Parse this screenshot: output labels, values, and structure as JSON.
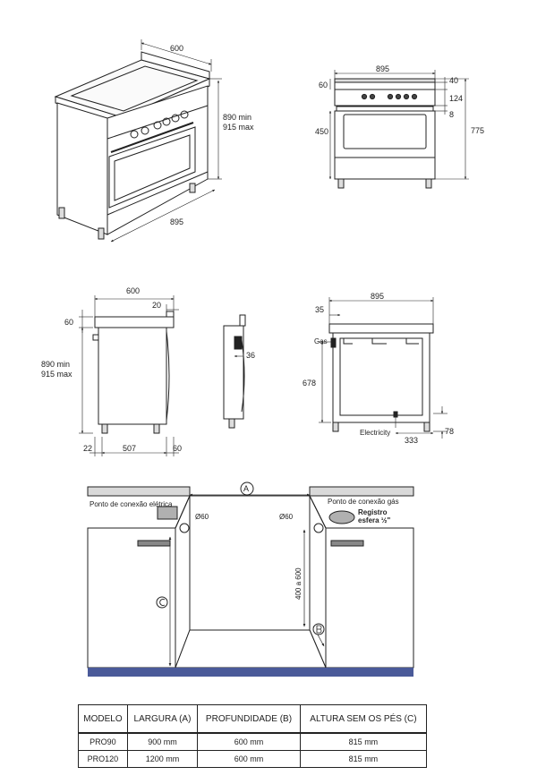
{
  "views": {
    "iso": {
      "width": "600",
      "depth": "895",
      "height_min": "890 min",
      "height_max": "915 max"
    },
    "front": {
      "width": "895",
      "top": "60",
      "right_a": "40",
      "right_b": "124",
      "right_c": "8",
      "oven": "450",
      "total": "775"
    },
    "side": {
      "depth": "600",
      "back": "20",
      "top": "60",
      "height_min": "890 min",
      "height_max": "915 max",
      "foot_front": "22",
      "body": "507",
      "foot_back": "60"
    },
    "thin": {
      "dim": "36"
    },
    "rear": {
      "width": "895",
      "left": "35",
      "gas_label": "Gas",
      "height": "678",
      "electricity_label": "Electricity",
      "elec_offset": "333",
      "elec_height": "78"
    }
  },
  "install": {
    "a_label": "A",
    "elec_point": "Ponto de conexão elétrica",
    "gas_point": "Ponto de conexão gás",
    "valve_line1": "Registro",
    "valve_line2": "esfera ½\"",
    "hole_left": "Ø60",
    "hole_right": "Ø60",
    "height_range": "400 a 600"
  },
  "table": {
    "headers": [
      "MODELO",
      "LARGURA (A)",
      "PROFUNDIDADE (B)",
      "ALTURA SEM OS PÉS (C)"
    ],
    "rows": [
      [
        "PRO90",
        "900 mm",
        "600 mm",
        "815 mm"
      ],
      [
        "PRO120",
        "1200 mm",
        "600 mm",
        "815 mm"
      ]
    ]
  },
  "colors": {
    "floor": "#4a5a99",
    "counter": "#d9d9d9",
    "line": "#222222"
  }
}
